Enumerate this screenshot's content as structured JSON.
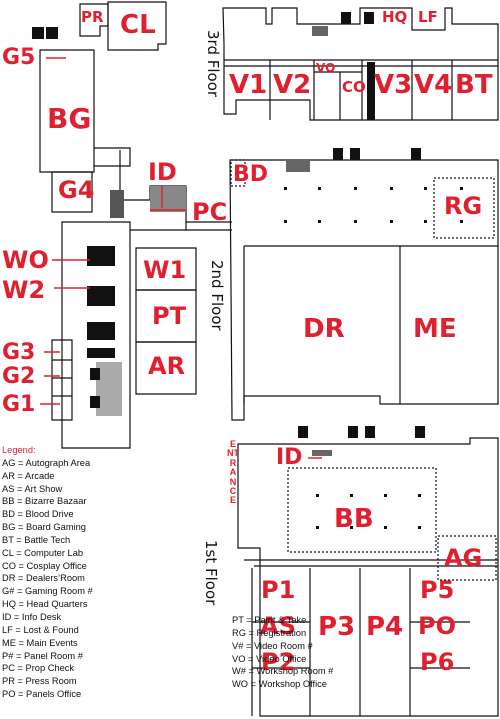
{
  "floors": {
    "third": "3rd Floor",
    "second": "2nd Floor",
    "first": "1st Floor"
  },
  "rooms": {
    "PR": "PR",
    "CL": "CL",
    "G5": "G5",
    "BG": "BG",
    "G4": "G4",
    "ID2": "ID",
    "PC": "PC",
    "BD": "BD",
    "RG": "RG",
    "WO": "WO",
    "W2": "W2",
    "W1": "W1",
    "PT": "PT",
    "AR": "AR",
    "DR": "DR",
    "ME": "ME",
    "G3": "G3",
    "G2": "G2",
    "G1": "G1",
    "HQ": "HQ",
    "LF": "LF",
    "V1": "V1",
    "V2": "V2",
    "VO": "VO",
    "CO": "CO",
    "V3": "V3",
    "V4": "V4",
    "BT": "BT",
    "ID1": "ID",
    "BB": "BB",
    "AG": "AG",
    "P1": "P1",
    "AS": "AS",
    "P2": "P2",
    "P3": "P3",
    "P4": "P4",
    "P5": "P5",
    "PO": "PO",
    "P6": "P6"
  },
  "entrance": "ENTRANCE",
  "legend": {
    "title": "Legend:",
    "left": [
      "AG = Autograph Area",
      "AR = Arcade",
      "AS = Art Show",
      "BB = Bizarre Bazaar",
      "BD = Blood Drive",
      "BG = Board Gaming",
      "BT = Battle Tech",
      "CL = Computer Lab",
      "CO = Cosplay Office",
      "DR = Dealers’Room",
      "G# = Gaming Room #",
      "HQ = Head Quarters",
      "ID = Info Desk",
      "LF = Lost & Found",
      "ME = Main Events",
      "P# = Panel Room #",
      "PC = Prop Check",
      "PR = Press Room",
      "PO = Panels Office"
    ],
    "right": [
      "PT = Paint & Take",
      "RG = Registration",
      "V# = Video Room #",
      "VO = Video Office",
      "W# = Workshop Room #",
      "WO = Workshop Office"
    ]
  },
  "colors": {
    "accent": "#e0202f",
    "wall": "#111111"
  }
}
